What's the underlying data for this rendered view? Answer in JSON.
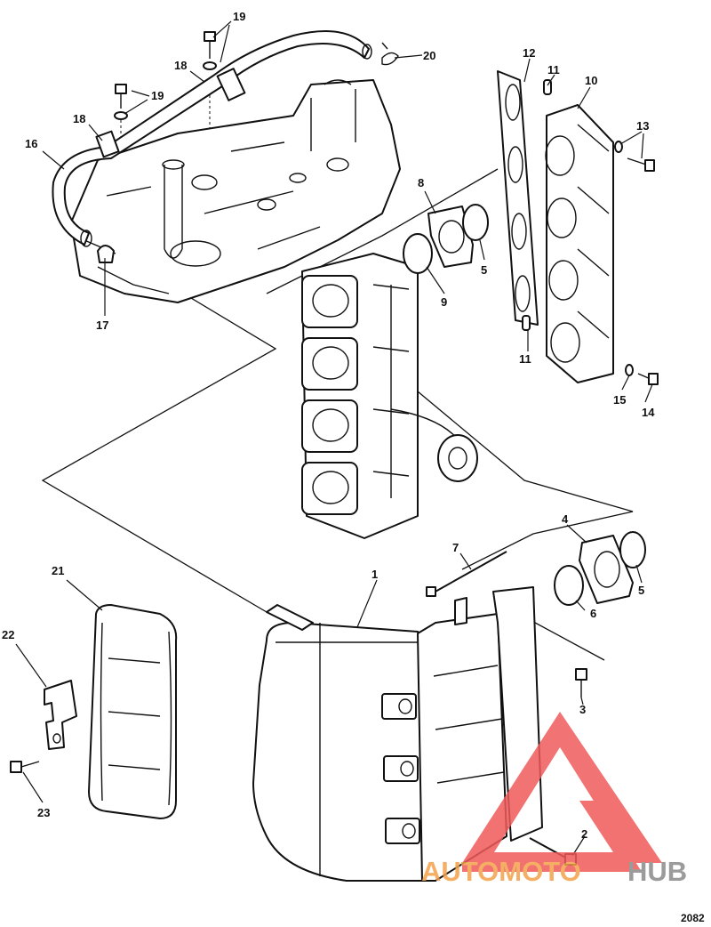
{
  "callouts": {
    "c1": "1",
    "c2": "2",
    "c3": "3",
    "c4": "4",
    "c5a": "5",
    "c5b": "5",
    "c6": "6",
    "c7": "7",
    "c8": "8",
    "c9": "9",
    "c10": "10",
    "c11a": "11",
    "c11b": "11",
    "c12": "12",
    "c13": "13",
    "c14": "14",
    "c15": "15",
    "c16": "16",
    "c17": "17",
    "c18a": "18",
    "c18b": "18",
    "c19a": "19",
    "c19b": "19",
    "c20": "20",
    "c21": "21",
    "c22": "22",
    "c23": "23"
  },
  "figure_number": "2082",
  "watermark": {
    "part1": "AUTOMOTO",
    "part2": "HUB",
    "color_logo": "#f05a5a",
    "color_part1": "#f4a24a",
    "color_part2": "#8a8a8a"
  }
}
